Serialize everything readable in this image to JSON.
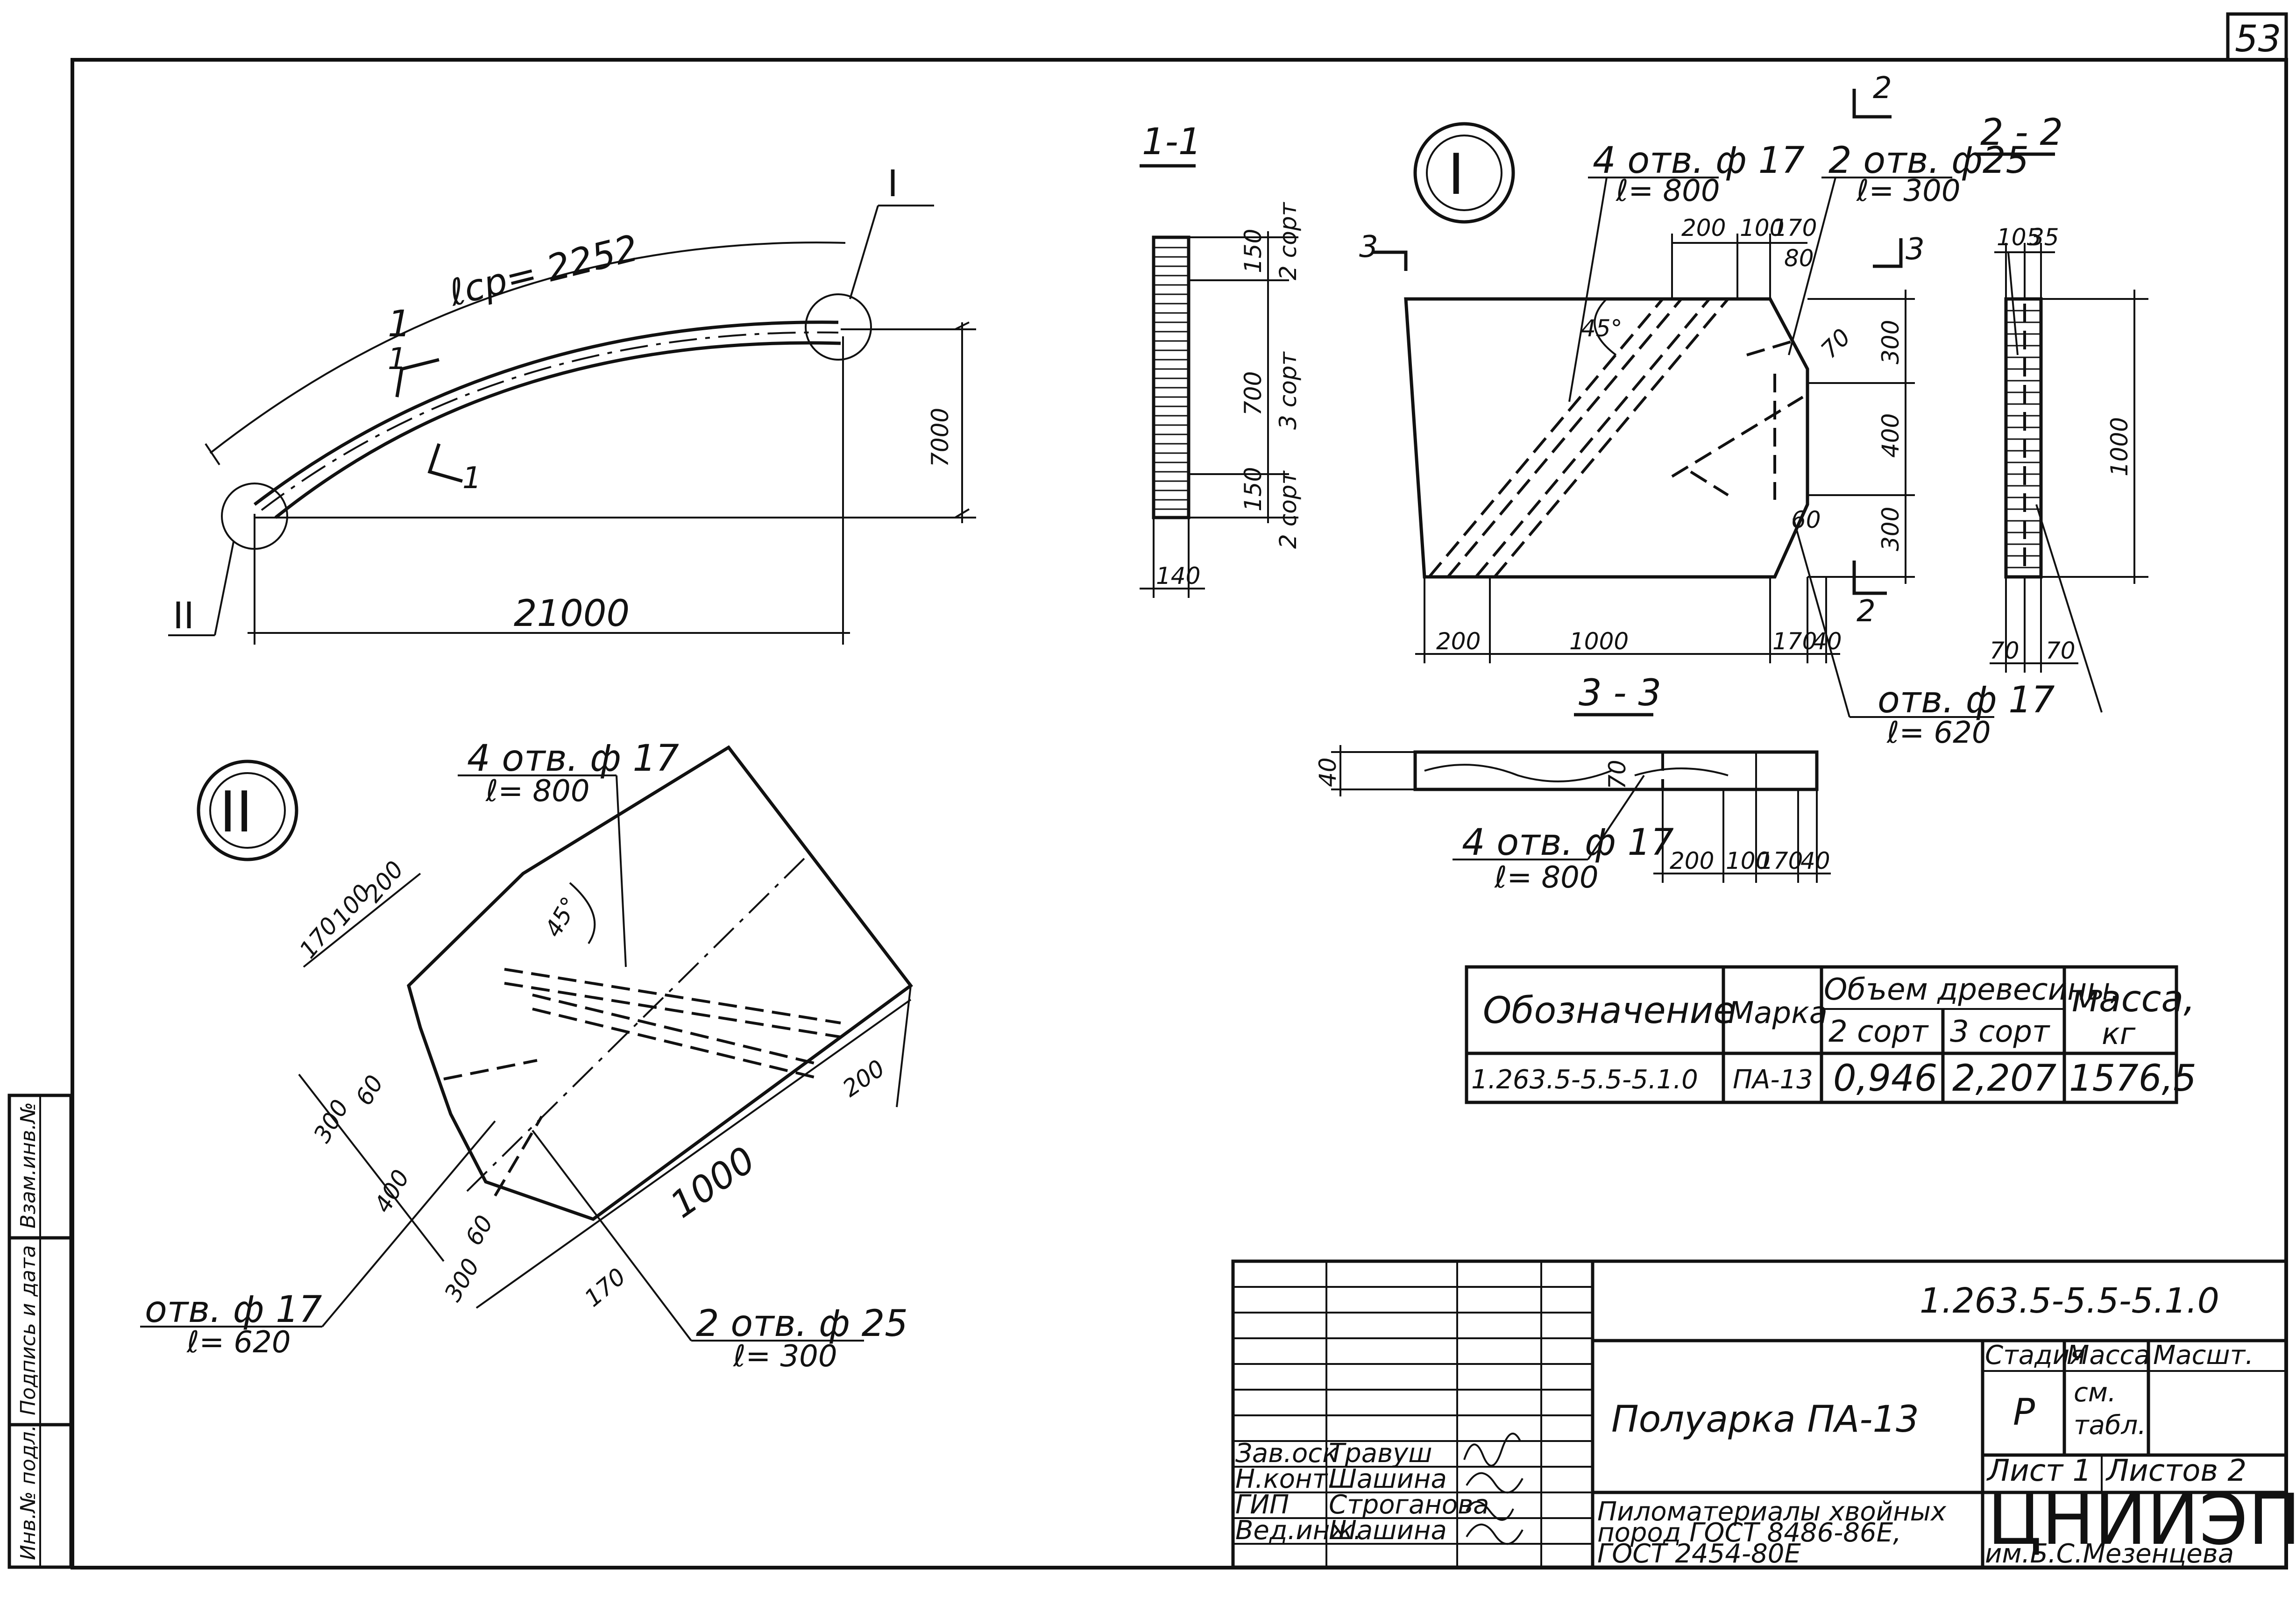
{
  "sheet": {
    "number": "53"
  },
  "view_main": {
    "arc_length": "ℓср= 2252",
    "section_mark": "1",
    "section_mark_2": "1",
    "node_top": "I",
    "node_bottom": "II",
    "span": "21000",
    "rise": "7000"
  },
  "section_1_1": {
    "title": "1-1",
    "dims": [
      "150",
      "700",
      "150"
    ],
    "grades": [
      "2 сорт",
      "3 сорт",
      "2 сорт"
    ],
    "width": "140"
  },
  "node_I": {
    "title": "I",
    "holes_a": "4 отв. ф 17",
    "holes_a_len": "ℓ= 800",
    "holes_b": "2 отв. ф25",
    "holes_b_len": "ℓ= 300",
    "top_dims": [
      "200",
      "100",
      "170"
    ],
    "dim_80": "80",
    "angle": "45°",
    "angle_60": "60",
    "angle_70": "70",
    "right_dims": [
      "300",
      "400",
      "300"
    ],
    "bottom_dims": [
      "200",
      "1000",
      "170",
      "40"
    ],
    "cut_2": "2",
    "cut_3": "3",
    "hole_c": "отв. ф 17",
    "hole_c_len": "ℓ= 620"
  },
  "section_2_2": {
    "title": "2 - 2",
    "top_dims": [
      "105",
      "35"
    ],
    "height": "1000",
    "bottom_dims": [
      "70",
      "70"
    ]
  },
  "section_3_3": {
    "title": "3 - 3",
    "left_dim": "40",
    "mid_dim": "70",
    "holes": "4 отв. ф 17",
    "holes_len": "ℓ= 800",
    "bottom_dims": [
      "200",
      "100",
      "170",
      "40"
    ]
  },
  "node_II": {
    "title": "II",
    "holes_a": "4 отв. ф 17",
    "holes_a_len": "ℓ= 800",
    "top_dims": [
      "170",
      "100",
      "200"
    ],
    "angle": "45°",
    "angle_60": "60",
    "left_dims": [
      "300",
      "400",
      "300"
    ],
    "bottom_dims": [
      "60",
      "170"
    ],
    "length": "1000",
    "width": "200",
    "hole_c": "отв. ф 17",
    "hole_c_len": "ℓ= 620",
    "holes_b": "2 отв. ф 25",
    "holes_b_len": "ℓ= 300"
  },
  "spec_table": {
    "headers": [
      "Обозначение",
      "Марка",
      "Объем древесины,",
      "масса,"
    ],
    "sub_headers": [
      "2 сорт",
      "3 сорт",
      "кг"
    ],
    "row": [
      "1.263.5-5.5-5.1.0",
      "ПА-13",
      "0,946",
      "2,207",
      "1576,5"
    ]
  },
  "title_block": {
    "code": "1.263.5-5.5-5.1.0",
    "name": "Полуарка ПА-13",
    "material": [
      "Пиломатериалы хвойных",
      "пород ГОСТ 8486-86Е,",
      "ГОСТ 2454-80Е"
    ],
    "stage_h": "Стадия",
    "mass_h": "Масса",
    "scale_h": "Масшт.",
    "stage": "Р",
    "mass": [
      "см.",
      "табл."
    ],
    "sheet": "Лист 1",
    "sheets": "Листов 2",
    "org": "ЦНИИЭП",
    "org_sub": "им.Б.С.Мезенцева",
    "people": [
      {
        "role": "Зав.оск",
        "name": "Травуш"
      },
      {
        "role": "Н.конт.",
        "name": "Шашина"
      },
      {
        "role": "ГИП",
        "name": "Строганова"
      },
      {
        "role": "Вед.инж.",
        "name": "Шашина"
      }
    ]
  },
  "side_stamp": [
    "Инв.№ подл.",
    "Подпись и дата",
    "Взам.инв.№"
  ]
}
